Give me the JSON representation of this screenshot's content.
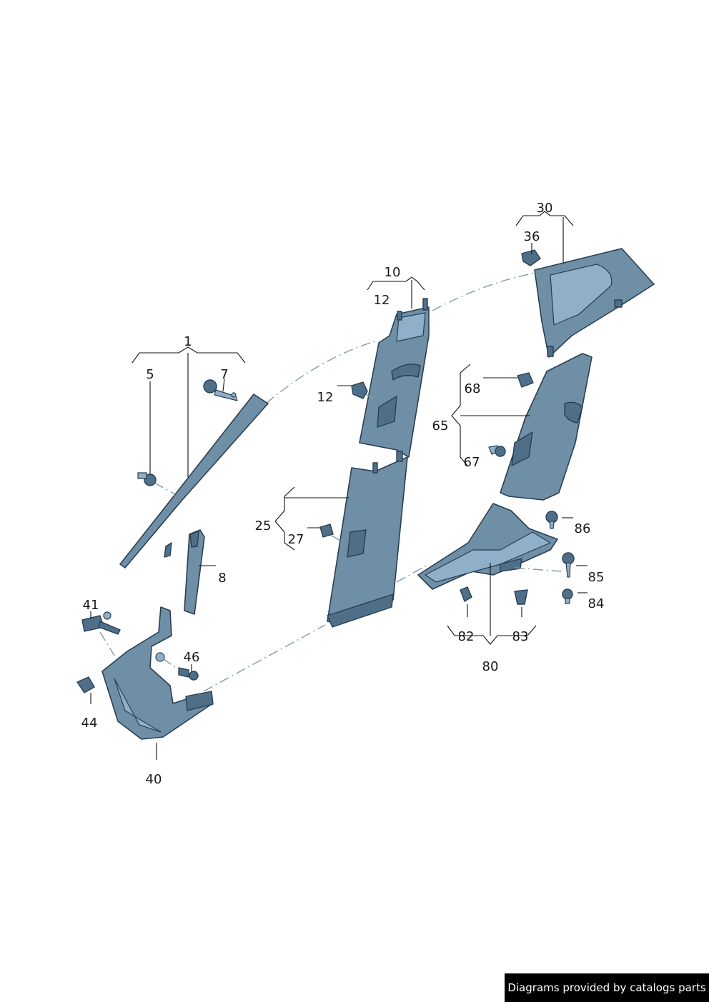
{
  "labels": {
    "l1": "1",
    "l5": "5",
    "l7": "7",
    "l8": "8",
    "l10": "10",
    "l12a": "12",
    "l12b": "12",
    "l25": "25",
    "l27": "27",
    "l30": "30",
    "l36": "36",
    "l40": "40",
    "l41": "41",
    "l44": "44",
    "l46": "46",
    "l65": "65",
    "l67": "67",
    "l68": "68",
    "l80": "80",
    "l82": "82",
    "l83": "83",
    "l84": "84",
    "l85": "85",
    "l86": "86"
  },
  "credit": "Diagrams provided by catalogs parts",
  "colors": {
    "part": "#6f8fa6",
    "outline": "#2a3f52",
    "centerline": "#7f9db3"
  }
}
